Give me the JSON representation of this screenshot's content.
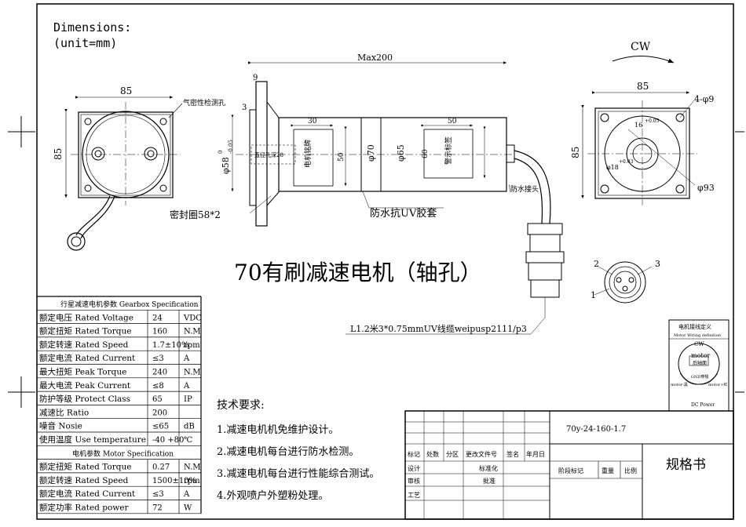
{
  "header": {
    "line1": "Dimensions:",
    "line2": "(unit=mm)"
  },
  "main_title": "70有刷减速电机（轴孔）",
  "front_view": {
    "width": "85",
    "height": "85",
    "vent_label": "气密性检测孔"
  },
  "side_view": {
    "max_len": "Max200",
    "flange_thk": "9",
    "flange_gap": "3",
    "shaft_dia": "φ58",
    "shaft_tol_top": "0",
    "shaft_tol_bot": "-0.05",
    "inner_label": "直径孔深28",
    "label_a_w": "30",
    "label_a_h": "50",
    "label_a_text": "电机铭牌",
    "body_dia_1": "φ70",
    "body_dia_2": "φ65",
    "label_b_w": "50",
    "label_b_h": "60",
    "label_b_text": "警示标签",
    "seal_label": "密封圈58*2",
    "boot_label": "防水抗UV胶套",
    "connector_label": "防水接头",
    "cable_label": "L1.2米3*0.75mmUV线缆weipusp2111/p3"
  },
  "rear_view": {
    "rotation": "CW",
    "width": "85",
    "height": "85",
    "holes": "4-φ9",
    "hole_pitch_dia": "φ93",
    "inner_1": "16",
    "inner_1_tol": "+0.05",
    "inner_2": "φ18",
    "inner_2_tol": "+0.03"
  },
  "plug": {
    "pins": [
      "1",
      "2",
      "3"
    ]
  },
  "wiring": {
    "title": "电机接线定义",
    "subtitle": "Motor Wiring definition",
    "cw": "CW",
    "motor": "motor",
    "motor_cn": "后轴面",
    "gnd": "GND穿梭",
    "neg": "motor-黑",
    "pos": "motor+红",
    "power": "DC Power"
  },
  "gearbox_table": {
    "header": "行星减速电机参数 Gearbox Specification",
    "rows": [
      {
        "label": "额定电压 Rated Voltage",
        "value": "24",
        "unit": "VDC"
      },
      {
        "label": "额定扭矩 Rated Torque",
        "value": "160",
        "unit": "N.M"
      },
      {
        "label": "额定转速 Rated Speed",
        "value": "1.7±10%",
        "unit": "rpm"
      },
      {
        "label": "额定电流 Rated Current",
        "value": "≤3",
        "unit": "A"
      },
      {
        "label": "最大扭矩 Peak Torque",
        "value": "240",
        "unit": "N.M"
      },
      {
        "label": "最大电流 Peak Current",
        "value": "≤8",
        "unit": "A"
      },
      {
        "label": "防护等级 Protect Class",
        "value": "65",
        "unit": "IP"
      },
      {
        "label": "减速比 Ratio",
        "value": "200",
        "unit": ""
      },
      {
        "label": "噪音 Nosie",
        "value": "≤65",
        "unit": "dB"
      },
      {
        "label": "使用温度 Use temperature",
        "value": "-40 +80",
        "unit": "℃"
      }
    ]
  },
  "motor_table": {
    "header": "电机参数 Motor Specification",
    "rows": [
      {
        "label": "额定扭矩 Rated Torque",
        "value": "0.27",
        "unit": "N.M"
      },
      {
        "label": "额定转速 Rated Speed",
        "value": "1500±10%",
        "unit": "rpm"
      },
      {
        "label": "额定电流 Rated Current",
        "value": "≤3",
        "unit": "A"
      },
      {
        "label": "额定功率 Rated power",
        "value": "72",
        "unit": "W"
      }
    ]
  },
  "tech": {
    "title": "技术要求:",
    "items": [
      "1.减速电机机免维护设计。",
      "2.减速电机每台进行防水检测。",
      "3.减速电机每台进行性能综合测试。",
      "4.外观喷户外塑粉处理。"
    ]
  },
  "title_block": {
    "model": "70y-24-160-1.7",
    "spec": "规格书",
    "rev_headers": [
      "标记",
      "处数",
      "分区",
      "更改文件号",
      "签名",
      "年月日"
    ],
    "design": "设计",
    "standard": "标准化",
    "check": "审核",
    "approve": "批准",
    "craft": "工艺",
    "stage": "阶段标记",
    "weight": "重量",
    "scale": "比例"
  },
  "colors": {
    "line": "#000000",
    "background": "#ffffff"
  }
}
